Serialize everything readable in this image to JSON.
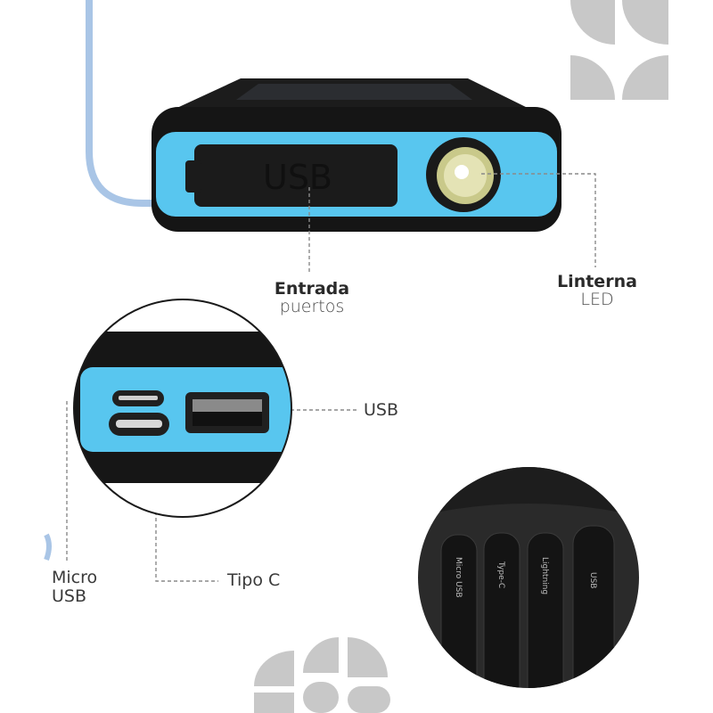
{
  "callouts": {
    "ports": {
      "title": "Entrada",
      "subtitle": "puertos"
    },
    "flashlight": {
      "title": "Linterna",
      "subtitle": "LED"
    },
    "usb_port": "USB",
    "micro_usb": {
      "line1": "Micro",
      "line2": "USB"
    },
    "type_c": "Tipo C"
  },
  "device": {
    "cap_label": "USB"
  },
  "cables": [
    "Micro USB",
    "Type-C",
    "Lightning",
    "USB"
  ],
  "colors": {
    "accent_blue": "#58c6ef",
    "deco_line": "#a9c5e6",
    "deco_gray": "#c8c8c8",
    "device_black": "#1a1a1a",
    "leader_line": "#8a8a8a"
  }
}
